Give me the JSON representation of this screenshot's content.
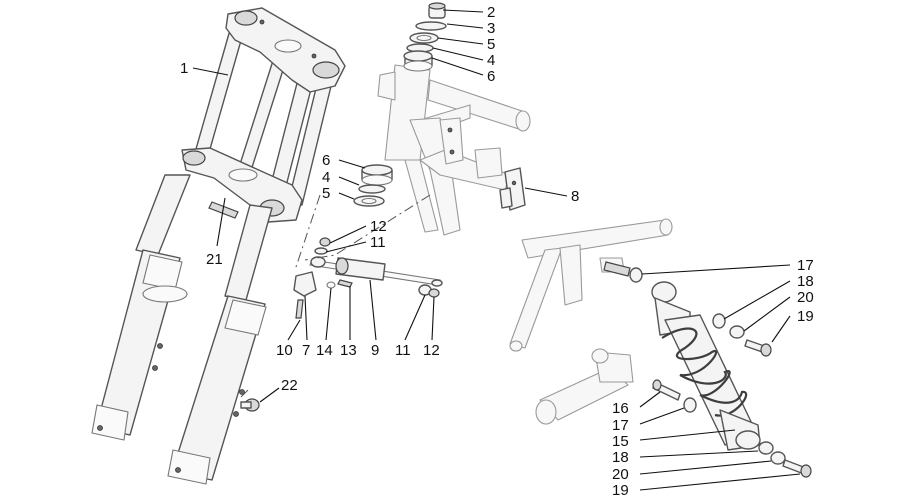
{
  "callouts": {
    "fork_assembly": "1",
    "steering_top_cap": "2",
    "steering_top_washer": "3",
    "steering_top_seal": "5",
    "steering_top_ring": "4",
    "steering_top_bearing": "6",
    "steering_low_bearing": "6",
    "steering_low_ring": "4",
    "steering_low_seal": "5",
    "frame_bracket": "8",
    "damper_nut_top": "12",
    "damper_washer_top": "11",
    "fork_pin": "21",
    "damper_screw": "10",
    "damper_bracket": "7",
    "damper_spacer": "14",
    "damper_bolt": "13",
    "steering_damper": "9",
    "damper_washer_end": "11",
    "damper_nut_end": "12",
    "fork_plug": "22",
    "shock_bush_top": "17",
    "shock_spacer_top": "18",
    "shock_washer_top": "20",
    "shock_bolt_top": "19",
    "shock_pin_low": "16",
    "shock_bush_low": "17",
    "rear_shock": "15",
    "shock_spacer_low": "18",
    "shock_washer_low": "20",
    "shock_bolt_low": "19"
  }
}
